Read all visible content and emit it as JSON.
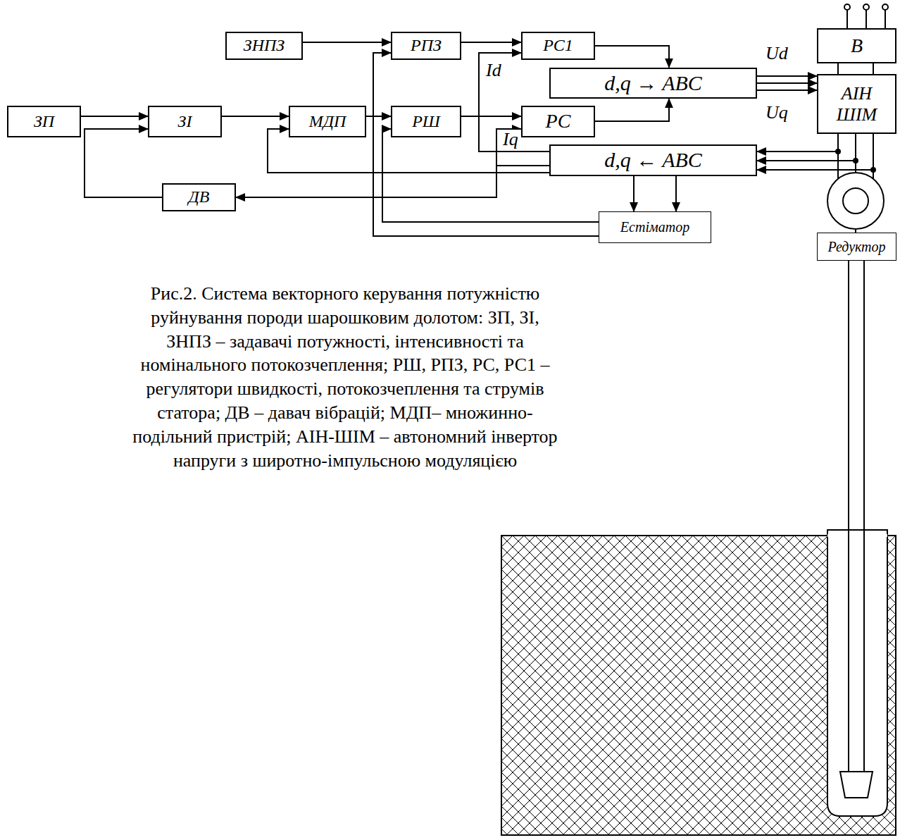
{
  "diagram": {
    "caption": "Рис.2. Система векторного керування потужністю руйнування породи шарошковим долотом: ЗП, ЗІ, ЗНПЗ – задавачі потужності, інтенсивності та номінального потокозчеплення; РШ, РПЗ, РС, РС1 – регулятори швидкості, потокозчеплення та струмів статора; ДВ – давач вібрацій; МДП– множинно-подільний пристрій; АІН-ШІМ – автономний інвертор напруги з широтно-імпульсною модуляцією",
    "nodes": [
      {
        "text": [
          "ЗНПЗ"
        ]
      },
      {
        "text": [
          "РПЗ"
        ]
      },
      {
        "text": [
          "РС1"
        ]
      },
      {
        "text": [
          "В"
        ]
      },
      {
        "text": [
          "d,q → ABC"
        ]
      },
      {
        "text": [
          "АІН ШІМ"
        ]
      },
      {
        "text": [
          "ЗП"
        ]
      },
      {
        "text": [
          "ЗІ"
        ]
      },
      {
        "text": [
          "МДП"
        ]
      },
      {
        "text": [
          "РШ"
        ]
      },
      {
        "text": [
          "РС"
        ]
      },
      {
        "text": [
          "d,q ← ABC"
        ]
      },
      {
        "text": [
          "ДВ"
        ]
      },
      {
        "text": [
          "Естіматор"
        ]
      },
      {
        "text": [
          "Редуктор"
        ]
      }
    ],
    "edges": [
      {
        "from": 6,
        "to": 7,
        "arrow": "to"
      },
      {
        "from": 12,
        "to": 7,
        "arrow": "to"
      },
      {
        "from": 7,
        "to": 8,
        "arrow": "to"
      },
      {
        "from": 11,
        "to": 8,
        "arrow": "to"
      },
      {
        "from": 8,
        "to": 9,
        "arrow": "to"
      },
      {
        "from": 13,
        "to": 9,
        "arrow": "to"
      },
      {
        "from": 13,
        "to": 1,
        "arrow": "to"
      },
      {
        "from": 0,
        "to": 1,
        "arrow": "to"
      },
      {
        "from": 1,
        "to": 2,
        "arrow": "to"
      },
      {
        "from": 11,
        "to": 2,
        "arrow": "to"
      },
      {
        "from": 9,
        "to": 10,
        "arrow": "to"
      },
      {
        "from": 11,
        "to": 10,
        "arrow": "to"
      },
      {
        "from": 11,
        "to": 12,
        "arrow": "to"
      },
      {
        "from": 2,
        "to": 4,
        "arrow": "to"
      },
      {
        "from": 10,
        "to": 4,
        "arrow": "to"
      },
      {
        "from": 4,
        "to": 5,
        "arrow": "to"
      },
      {
        "from": 4,
        "to": 5,
        "arrow": "to"
      },
      {
        "from": 4,
        "to": 5,
        "arrow": "to"
      },
      {
        "from": 3,
        "to": 5,
        "arrow": "none"
      },
      {
        "from": 3,
        "to": 5,
        "arrow": "none"
      },
      {
        "from": 5,
        "to": 11,
        "arrow": "to"
      },
      {
        "from": 5,
        "to": 11,
        "arrow": "to"
      },
      {
        "from": 5,
        "to": 11,
        "arrow": "to"
      },
      {
        "from": 11,
        "to": 13,
        "arrow": "to"
      },
      {
        "from": 11,
        "to": 13,
        "arrow": "to"
      }
    ],
    "labels": [
      "Ud",
      "Uq",
      "Id",
      "Iq"
    ]
  }
}
